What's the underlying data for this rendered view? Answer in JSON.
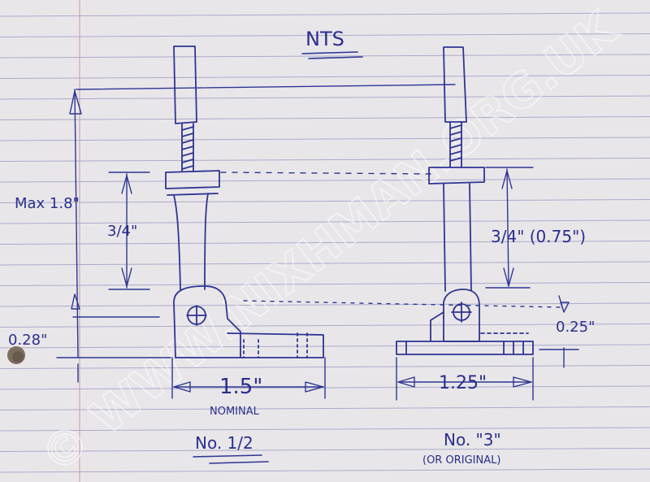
{
  "title": "NTS",
  "left_part": {
    "height_label": "Max 1.8\"",
    "spacer_label": "3/4\"",
    "base_label": "0.28\"",
    "width_label": "1.5\"",
    "width_note": "NOMINAL",
    "caption": "No. 1/2"
  },
  "right_part": {
    "spacer_label": "3/4\" (0.75\")",
    "base_label": "0.25\"",
    "width_label": "1.25\"",
    "caption": "No. \"3\"",
    "caption_note": "(OR ORIGINAL)"
  },
  "watermark": "© WWW.NIXHMAN.ORG.UK",
  "colors": {
    "paper": "#e9e6ea",
    "rule": "#8f93b8",
    "margin": "#c7a7b2",
    "ink": "#2e3592"
  }
}
